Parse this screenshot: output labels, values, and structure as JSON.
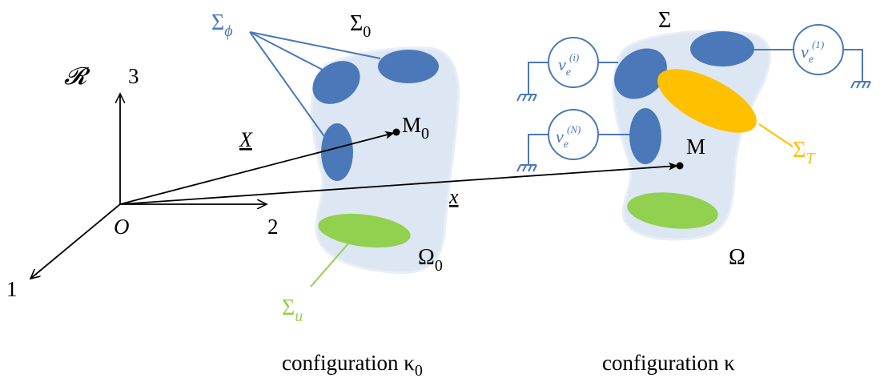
{
  "frame": {
    "name": "𝓡",
    "axis1": "1",
    "axis2": "2",
    "axis3": "3",
    "origin": "O"
  },
  "vectors": {
    "X": "X",
    "x": "x"
  },
  "points": {
    "M0": "M",
    "M0_sub": "0",
    "M": "M"
  },
  "config0": {
    "boundary_main": "Σ",
    "boundary_main_sub": "0",
    "domain": "Ω",
    "domain_sub": "0",
    "phi": "Σ",
    "phi_sub": "ϕ",
    "u": "Σ",
    "u_sub": "u",
    "caption": "configuration κ",
    "caption_sub": "0"
  },
  "config1": {
    "boundary_main": "Σ",
    "domain": "Ω",
    "T": "Σ",
    "T_sub": "T",
    "caption": "configuration κ",
    "sources": [
      {
        "base": "v",
        "sub": "e",
        "sup": "(i)"
      },
      {
        "base": "v",
        "sub": "e",
        "sup": "(N)"
      },
      {
        "base": "v",
        "sub": "e",
        "sup": "(1)"
      }
    ]
  },
  "colors": {
    "body": "#dde6f3",
    "electrode": "#4a78b8",
    "displacement": "#92d050",
    "traction": "#ffc000",
    "axis": "#000000"
  }
}
